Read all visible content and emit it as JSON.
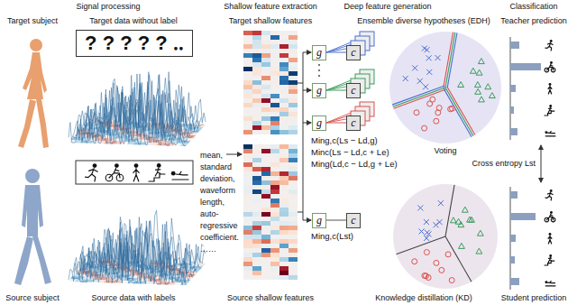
{
  "diagram": {
    "nodes": [
      {
        "text": [
          "? ? ? ? ? ‥"
        ]
      },
      {
        "text": [
          "g"
        ]
      },
      {
        "text": [
          "c"
        ]
      },
      {
        "text": [
          "g"
        ]
      },
      {
        "text": [
          "c"
        ]
      },
      {
        "text": [
          "g"
        ]
      },
      {
        "text": [
          "c"
        ]
      },
      {
        "text": [
          "g"
        ]
      },
      {
        "text": [
          "c"
        ]
      }
    ],
    "edges": [
      {
        "from": 1,
        "to": 2,
        "arrow": "none"
      },
      {
        "from": 3,
        "to": 4,
        "arrow": "none"
      },
      {
        "from": 5,
        "to": 6,
        "arrow": "none"
      },
      {
        "from": 7,
        "to": 8,
        "arrow": "none"
      }
    ],
    "labels": [
      "Signal processing",
      "Shallow feature extraction",
      "Deep feature generation",
      "Classification",
      "Target subject",
      "Target data without label",
      "Target shallow features",
      "Ensemble diverse hypotheses (EDH)",
      "Teacher prediction",
      "mean, standard deviation, waveform length, auto-regressive coefficient. ……",
      "Ming,c(Ls − Ld,g)",
      "Minc(Ls − Ld,c + Le)",
      "Ming(Ld,c − Ld,g + Le)",
      "Voting",
      "Ming,c(Lst)",
      "Cross entropy Lst",
      "Source subject",
      "Source data with labels",
      "Source shallow features",
      "Knowledge distillation (KD)",
      "Student prediction"
    ]
  }
}
